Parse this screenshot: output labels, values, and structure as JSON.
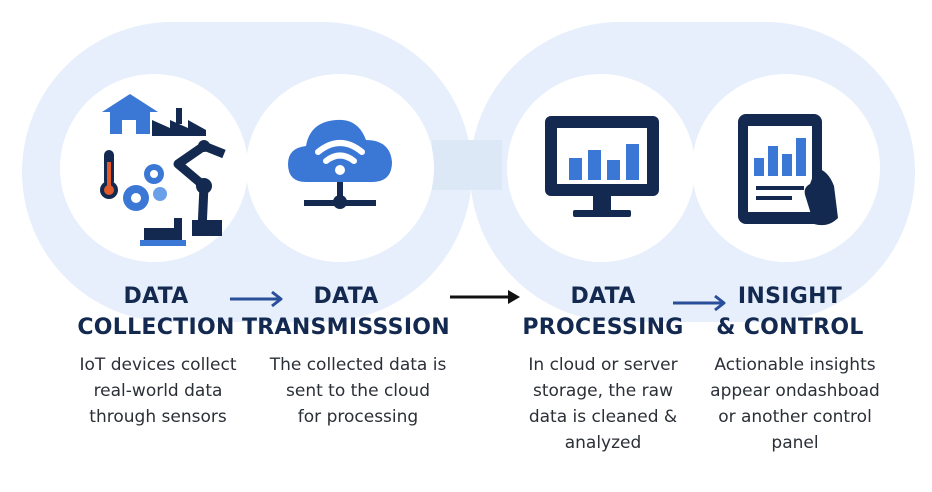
{
  "steps": [
    {
      "title_line1": "DATA",
      "title_line2": "COLLECTION",
      "desc_line1": "IoT devices collect",
      "desc_line2": "real-world data",
      "desc_line3": "through sensors",
      "desc_line4": "",
      "icon": "factory-sensors-icon"
    },
    {
      "title_line1": "DATA",
      "title_line2": "TRANSMISSSION",
      "desc_line1": "The collected data is",
      "desc_line2": "sent to the cloud",
      "desc_line3": "for processing",
      "desc_line4": "",
      "icon": "cloud-wifi-icon"
    },
    {
      "title_line1": "DATA",
      "title_line2": "PROCESSING",
      "desc_line1": "In cloud or server",
      "desc_line2": "storage, the raw",
      "desc_line3": "data is cleaned &",
      "desc_line4": "analyzed",
      "icon": "monitor-chart-icon"
    },
    {
      "title_line1": "INSIGHT",
      "title_line2": "& CONTROL",
      "desc_line1": "Actionable insights",
      "desc_line2": "appear ondashboad",
      "desc_line3": "or another control",
      "desc_line4": "panel",
      "icon": "tablet-chart-icon"
    }
  ],
  "colors": {
    "navy": "#13294f",
    "blue": "#3b78d6",
    "light_blue": "#6aa0ea",
    "band": "#e6effb",
    "arrow_blue": "#2a4f9a",
    "arrow_black": "#111111"
  }
}
